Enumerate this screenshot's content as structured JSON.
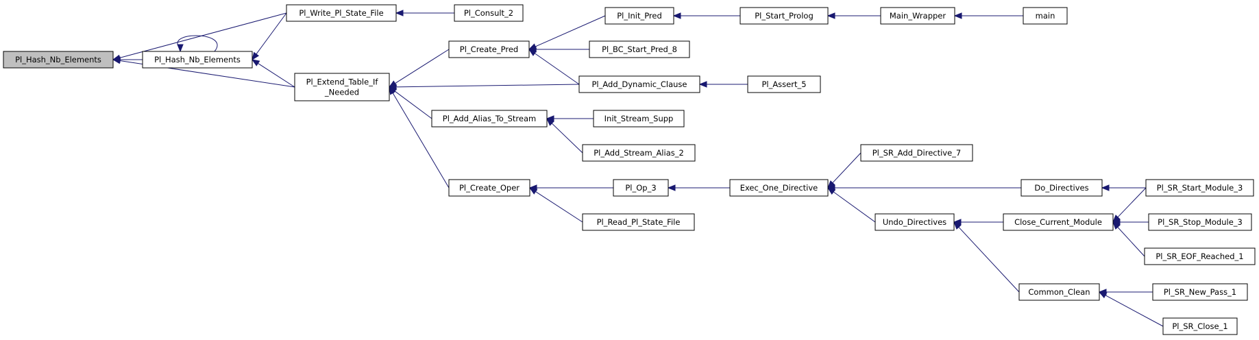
{
  "colors": {
    "edge": "#191970",
    "node_fill": "#ffffff",
    "focus_fill": "#bfbfbf",
    "border": "#000000"
  },
  "nodes": [
    {
      "id": "hash_focus",
      "label": "Pl_Hash_Nb_Elements",
      "focus": true
    },
    {
      "id": "hash_nb",
      "label": "Pl_Hash_Nb_Elements"
    },
    {
      "id": "write_state",
      "label": "Pl_Write_Pl_State_File"
    },
    {
      "id": "extend_table",
      "label": [
        "Pl_Extend_Table_If",
        "_Needed"
      ]
    },
    {
      "id": "consult_2",
      "label": "Pl_Consult_2"
    },
    {
      "id": "create_pred",
      "label": "Pl_Create_Pred"
    },
    {
      "id": "add_alias",
      "label": "Pl_Add_Alias_To_Stream"
    },
    {
      "id": "create_oper",
      "label": "Pl_Create_Oper"
    },
    {
      "id": "init_pred",
      "label": "Pl_Init_Pred"
    },
    {
      "id": "bc_start_pred_8",
      "label": "Pl_BC_Start_Pred_8"
    },
    {
      "id": "add_dynamic_clause",
      "label": "Pl_Add_Dynamic_Clause"
    },
    {
      "id": "init_stream_supp",
      "label": "Init_Stream_Supp"
    },
    {
      "id": "add_stream_alias_2",
      "label": "Pl_Add_Stream_Alias_2"
    },
    {
      "id": "op_3",
      "label": "Pl_Op_3"
    },
    {
      "id": "read_state",
      "label": "Pl_Read_Pl_State_File"
    },
    {
      "id": "start_prolog",
      "label": "Pl_Start_Prolog"
    },
    {
      "id": "assert_5",
      "label": "Pl_Assert_5"
    },
    {
      "id": "exec_one_directive",
      "label": "Exec_One_Directive"
    },
    {
      "id": "main_wrapper",
      "label": "Main_Wrapper"
    },
    {
      "id": "main",
      "label": "main"
    },
    {
      "id": "sr_add_directive_7",
      "label": "Pl_SR_Add_Directive_7"
    },
    {
      "id": "undo_directives",
      "label": "Undo_Directives"
    },
    {
      "id": "do_directives",
      "label": "Do_Directives"
    },
    {
      "id": "close_current_module",
      "label": "Close_Current_Module"
    },
    {
      "id": "common_clean",
      "label": "Common_Clean"
    },
    {
      "id": "sr_start_module_3",
      "label": "Pl_SR_Start_Module_3"
    },
    {
      "id": "sr_stop_module_3",
      "label": "Pl_SR_Stop_Module_3"
    },
    {
      "id": "sr_eof_reached_1",
      "label": "Pl_SR_EOF_Reached_1"
    },
    {
      "id": "sr_new_pass_1",
      "label": "Pl_SR_New_Pass_1"
    },
    {
      "id": "sr_close_1",
      "label": "Pl_SR_Close_1"
    }
  ],
  "edges": [
    {
      "from": "hash_nb",
      "to": "hash_focus"
    },
    {
      "from": "write_state",
      "to": "hash_focus"
    },
    {
      "from": "extend_table",
      "to": "hash_focus"
    },
    {
      "from": "hash_nb",
      "to": "hash_nb"
    },
    {
      "from": "write_state",
      "to": "hash_nb"
    },
    {
      "from": "extend_table",
      "to": "hash_nb"
    },
    {
      "from": "consult_2",
      "to": "write_state"
    },
    {
      "from": "create_pred",
      "to": "extend_table"
    },
    {
      "from": "add_dynamic_clause",
      "to": "extend_table"
    },
    {
      "from": "add_alias",
      "to": "extend_table"
    },
    {
      "from": "create_oper",
      "to": "extend_table"
    },
    {
      "from": "init_pred",
      "to": "create_pred"
    },
    {
      "from": "bc_start_pred_8",
      "to": "create_pred"
    },
    {
      "from": "add_dynamic_clause",
      "to": "create_pred"
    },
    {
      "from": "start_prolog",
      "to": "init_pred"
    },
    {
      "from": "main_wrapper",
      "to": "start_prolog"
    },
    {
      "from": "main",
      "to": "main_wrapper"
    },
    {
      "from": "assert_5",
      "to": "add_dynamic_clause"
    },
    {
      "from": "init_stream_supp",
      "to": "add_alias"
    },
    {
      "from": "add_stream_alias_2",
      "to": "add_alias"
    },
    {
      "from": "op_3",
      "to": "create_oper"
    },
    {
      "from": "read_state",
      "to": "create_oper"
    },
    {
      "from": "exec_one_directive",
      "to": "op_3"
    },
    {
      "from": "sr_add_directive_7",
      "to": "exec_one_directive"
    },
    {
      "from": "do_directives",
      "to": "exec_one_directive"
    },
    {
      "from": "undo_directives",
      "to": "exec_one_directive"
    },
    {
      "from": "sr_start_module_3",
      "to": "do_directives"
    },
    {
      "from": "close_current_module",
      "to": "undo_directives"
    },
    {
      "from": "common_clean",
      "to": "undo_directives"
    },
    {
      "from": "sr_start_module_3",
      "to": "close_current_module"
    },
    {
      "from": "sr_stop_module_3",
      "to": "close_current_module"
    },
    {
      "from": "sr_eof_reached_1",
      "to": "close_current_module"
    },
    {
      "from": "sr_new_pass_1",
      "to": "common_clean"
    },
    {
      "from": "sr_close_1",
      "to": "common_clean"
    }
  ]
}
